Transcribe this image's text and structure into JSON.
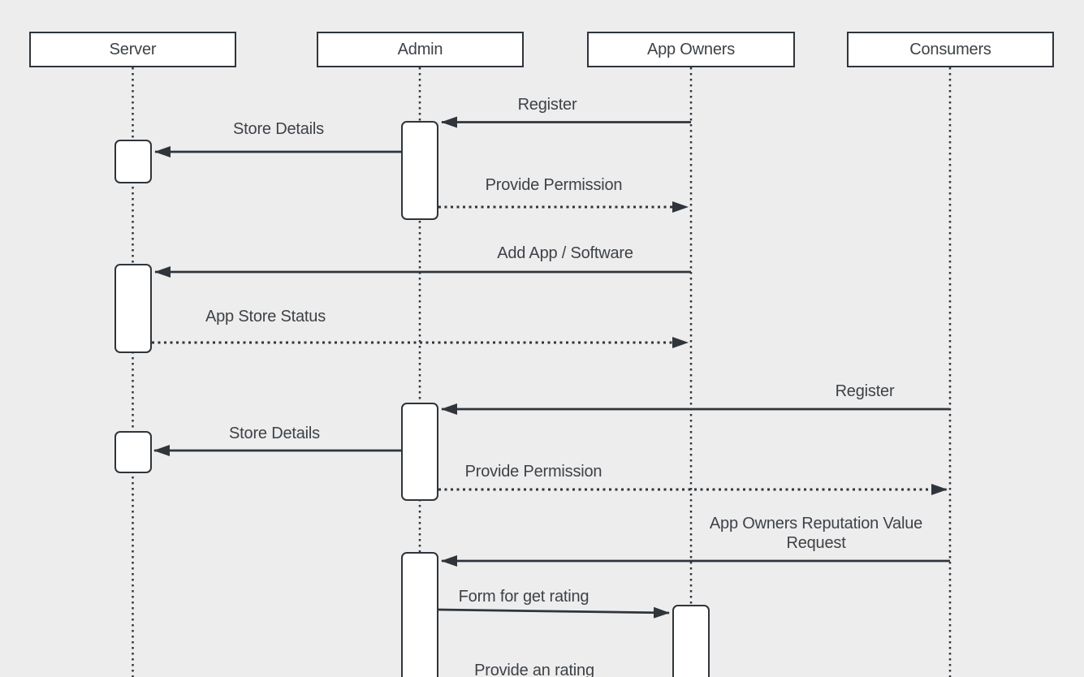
{
  "canvas": {
    "background": "#ededee",
    "line_color": "#2f353a",
    "text_color": "#3e4246",
    "shape_fill": "#ffffff"
  },
  "actors": [
    {
      "id": "server",
      "label": "Server"
    },
    {
      "id": "admin",
      "label": "Admin"
    },
    {
      "id": "app-owners",
      "label": "App Owners"
    },
    {
      "id": "consumers",
      "label": "Consumers"
    }
  ],
  "messages": [
    {
      "label": "Register",
      "from": "app-owners",
      "to": "admin",
      "line": "solid"
    },
    {
      "label": "Store Details",
      "from": "admin",
      "to": "server",
      "line": "solid"
    },
    {
      "label": "Provide Permission",
      "from": "admin",
      "to": "app-owners",
      "line": "dotted"
    },
    {
      "label": "Add App / Software",
      "from": "app-owners",
      "to": "server",
      "line": "solid"
    },
    {
      "label": "App Store Status",
      "from": "server",
      "to": "app-owners",
      "line": "dotted"
    },
    {
      "label": "Register",
      "from": "consumers",
      "to": "admin",
      "line": "solid"
    },
    {
      "label": "Store Details",
      "from": "admin",
      "to": "server",
      "line": "solid"
    },
    {
      "label": "Provide Permission",
      "from": "admin",
      "to": "consumers",
      "line": "dotted"
    },
    {
      "label": "App Owners Reputation Value Request",
      "from": "consumers",
      "to": "admin",
      "line": "solid"
    },
    {
      "label": "Form for get rating",
      "from": "admin",
      "to": "app-owners",
      "line": "solid"
    },
    {
      "label": "Provide an rating",
      "from": "app-owners",
      "to": "admin",
      "line": "solid"
    }
  ]
}
